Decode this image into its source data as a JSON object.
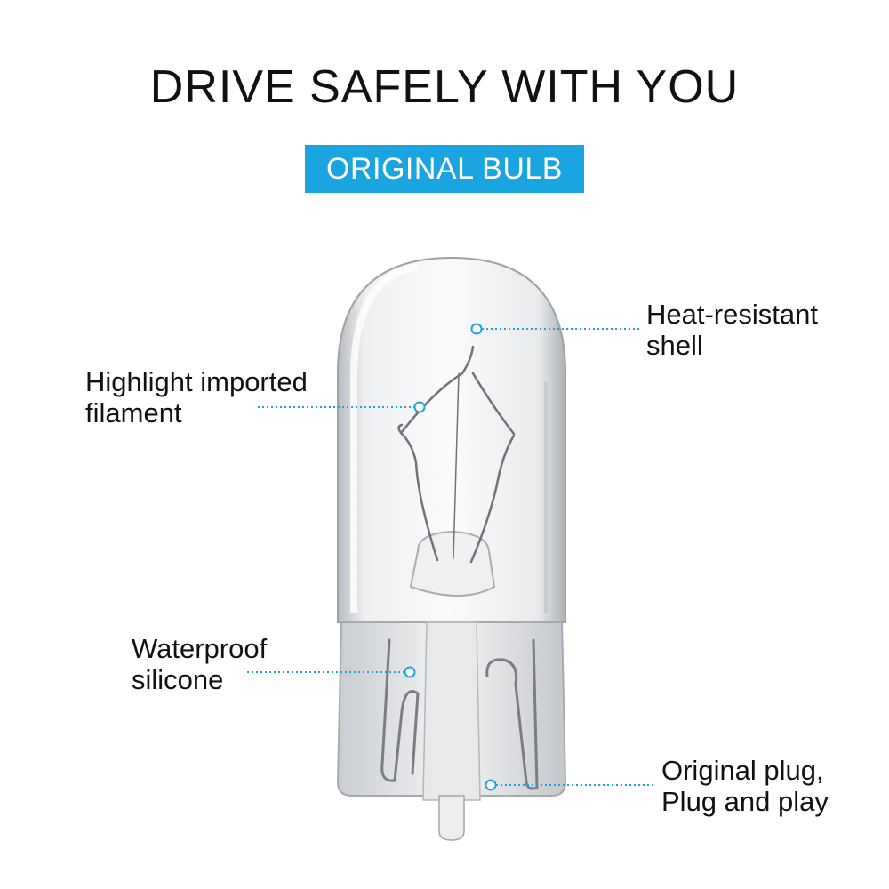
{
  "headline": "DRIVE SAFELY WITH YOU",
  "badge": "ORIGINAL BULB",
  "callouts": {
    "shell": {
      "line1": "Heat-resistant",
      "line2": "shell"
    },
    "filament": {
      "line1": "Highlight imported",
      "line2": "filament"
    },
    "silicone": {
      "line1": "Waterproof",
      "line2": "silicone"
    },
    "plug": {
      "line1": "Original plug,",
      "line2": "Plug and play"
    }
  },
  "colors": {
    "accent": "#1ba5e0",
    "text": "#111111",
    "background": "#ffffff"
  }
}
